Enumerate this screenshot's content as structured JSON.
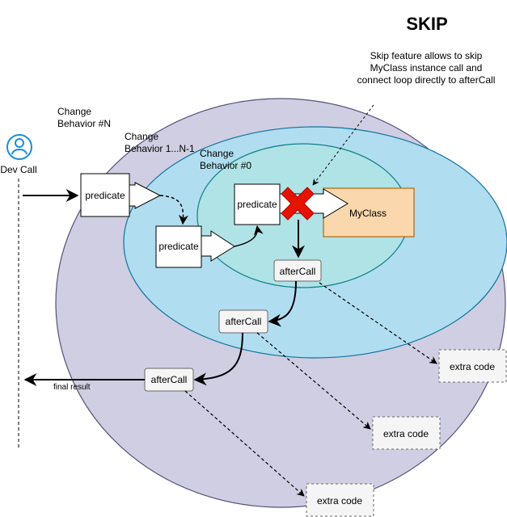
{
  "title": "SKIP",
  "note": {
    "line1": "Skip feature allows to skip",
    "line2": "MyClass instance call and",
    "line3": "connect loop directly to afterCall"
  },
  "dev_call": {
    "label": "Dev Call",
    "icon": "user-icon"
  },
  "layers": {
    "outer": {
      "line1": "Change",
      "line2": "Behavior #N",
      "color": "#d0cee2"
    },
    "middle": {
      "line1": "Change",
      "line2": "Behavior 1...N-1",
      "color": "#b1ddf0"
    },
    "inner": {
      "line1": "Change",
      "line2": "Behavior #0",
      "color": "#b0e3e6"
    }
  },
  "predicates": {
    "outer": "predicate",
    "middle": "predicate",
    "inner": "predicate"
  },
  "myclass": {
    "label": "MyClass",
    "color": "#fad7ac"
  },
  "skip_mark": {
    "icon": "cross-icon",
    "color": "#e51400"
  },
  "aftercalls": {
    "inner": "afterCall",
    "middle": "afterCall",
    "outer": "afterCall"
  },
  "extras": {
    "inner": "extra code",
    "middle": "extra code",
    "outer": "extra code"
  },
  "final_result": "final result"
}
